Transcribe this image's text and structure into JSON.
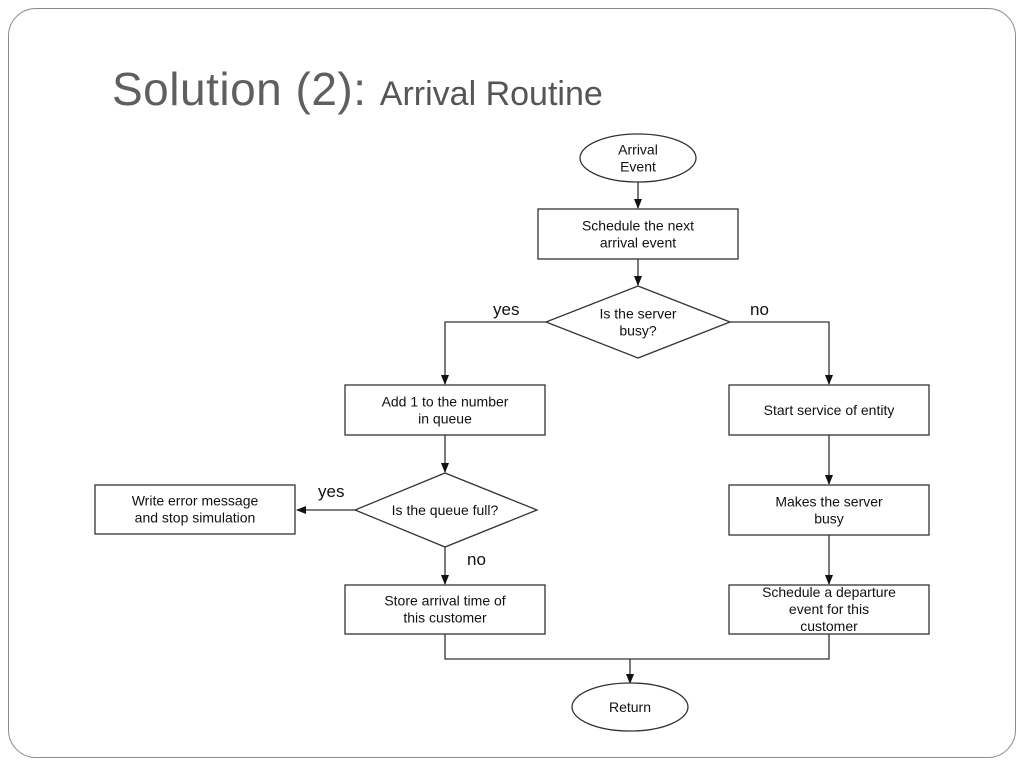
{
  "title": {
    "main": "Solution (2): ",
    "sub": "Arrival Routine"
  },
  "nodes": {
    "arrival_event": [
      "Arrival",
      "Event"
    ],
    "schedule_next": [
      "Schedule the next",
      "arrival event"
    ],
    "server_busy": [
      "Is the server",
      "busy?"
    ],
    "add_queue": [
      "Add 1 to the number",
      "in queue"
    ],
    "start_service": [
      "Start service of entity"
    ],
    "queue_full": [
      "Is the queue full?"
    ],
    "write_error": [
      "Write error message",
      "and stop simulation"
    ],
    "make_busy": [
      "Makes the server",
      "busy"
    ],
    "store_arrival": [
      "Store arrival time of",
      "this customer"
    ],
    "schedule_departure": [
      "Schedule a departure",
      "event for this",
      "customer"
    ],
    "return": [
      "Return"
    ]
  },
  "edge_labels": {
    "server_yes": "yes",
    "server_no": "no",
    "queue_yes": "yes",
    "queue_no": "no"
  }
}
